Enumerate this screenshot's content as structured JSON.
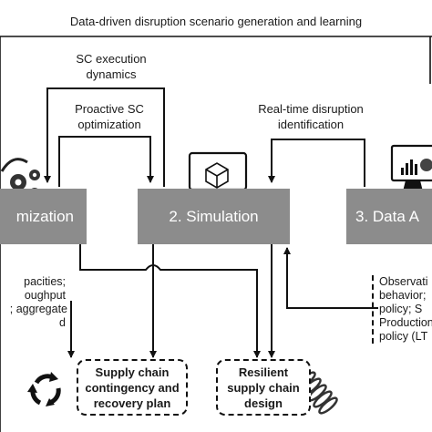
{
  "title": "Data-driven disruption scenario generation and learning",
  "flow_labels": {
    "sc_execution": [
      "SC execution",
      "dynamics"
    ],
    "proactive_sc": [
      "Proactive SC",
      "optimization"
    ],
    "realtime": [
      "Real-time disruption",
      "identification"
    ]
  },
  "blocks": {
    "optimization": "mization",
    "simulation": "2. Simulation",
    "analytics": "3. Data A"
  },
  "info_left": [
    "pacities;",
    "oughput",
    "; aggregate",
    "d"
  ],
  "info_right": [
    "Observati",
    "behavior;",
    "policy; S",
    "Production",
    "policy (LT"
  ],
  "outcomes": {
    "contingency": [
      "Supply chain",
      "contingency and",
      "recovery plan"
    ],
    "resilient": [
      "Resilient",
      "supply chain",
      "design"
    ]
  },
  "icons": [
    "gears-icon",
    "laptop-cube-icon",
    "monitor-chart-icon",
    "recycle-arrows-icon",
    "spring-coil-icon"
  ],
  "colors": {
    "block": "#8c8c8c",
    "line": "#111111",
    "text": "#1a1a1a"
  }
}
